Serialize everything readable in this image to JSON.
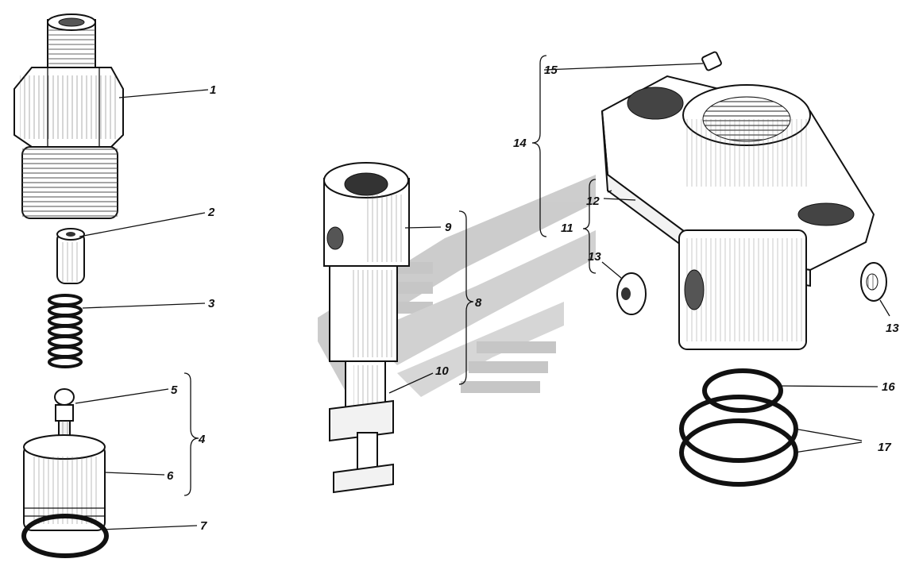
{
  "labels": {
    "l1": "1",
    "l2": "2",
    "l3": "3",
    "l4": "4",
    "l5": "5",
    "l6": "6",
    "l7": "7",
    "l8": "8",
    "l9": "9",
    "l10": "10",
    "l11": "11",
    "l12": "12",
    "l13a": "13",
    "l13b": "13",
    "l14": "14",
    "l15": "15",
    "l16": "16",
    "l17": "17"
  },
  "watermark": {
    "color": "#bfbfbf"
  }
}
